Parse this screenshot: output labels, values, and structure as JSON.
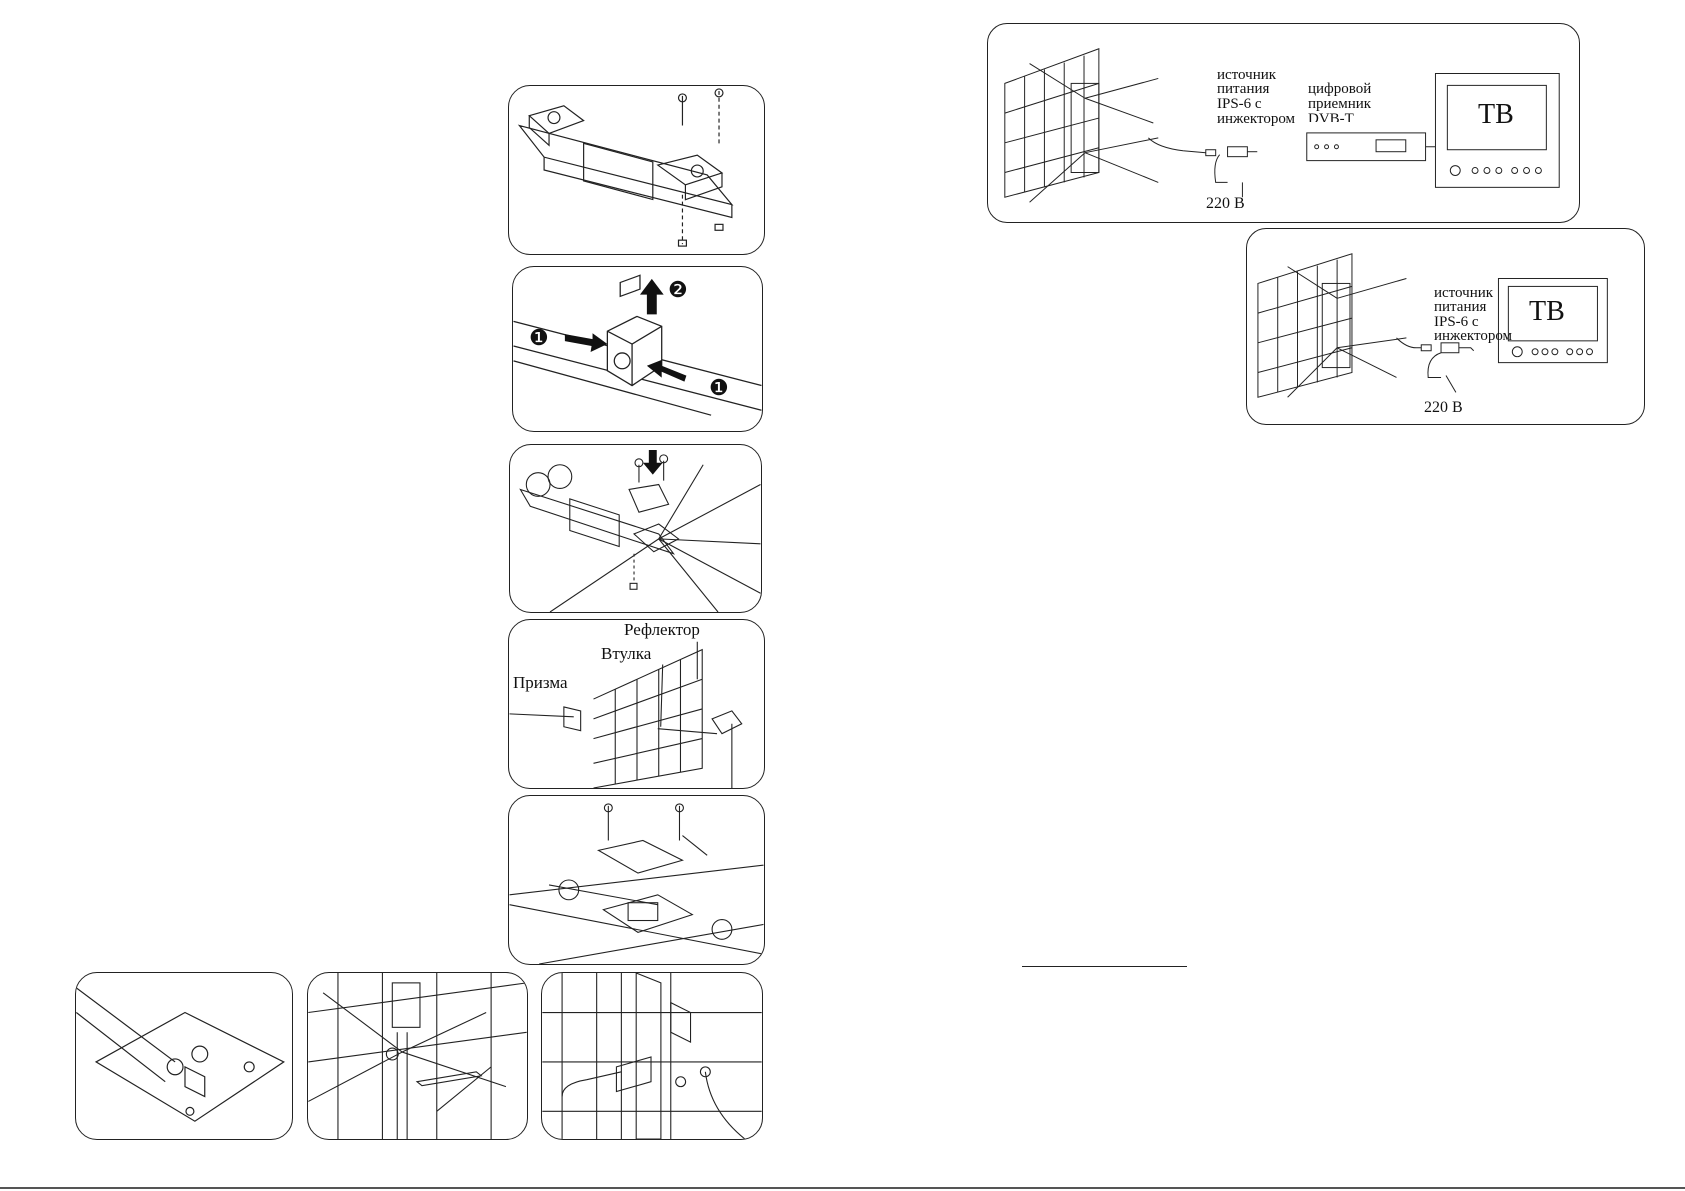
{
  "steps": {
    "step4": {
      "reflector_label": "Рефлектор",
      "bushing_label": "Втулка",
      "prism_label": "Призма"
    },
    "step2": {
      "marker_1": "❶",
      "marker_2": "❷"
    }
  },
  "scheme_dvbt": {
    "power_label_lines": [
      "источник",
      "питания",
      "IPS-6 с",
      "инжектором"
    ],
    "receiver_label_lines": [
      "цифровой",
      "приемник",
      "DVB-T"
    ],
    "tv_label": "ТВ",
    "mains_label": "220 В"
  },
  "scheme_analog": {
    "power_label_lines": [
      "источник",
      "питания",
      "IPS-6 с",
      "инжектором"
    ],
    "tv_label": "ТВ",
    "mains_label": "220 В"
  }
}
